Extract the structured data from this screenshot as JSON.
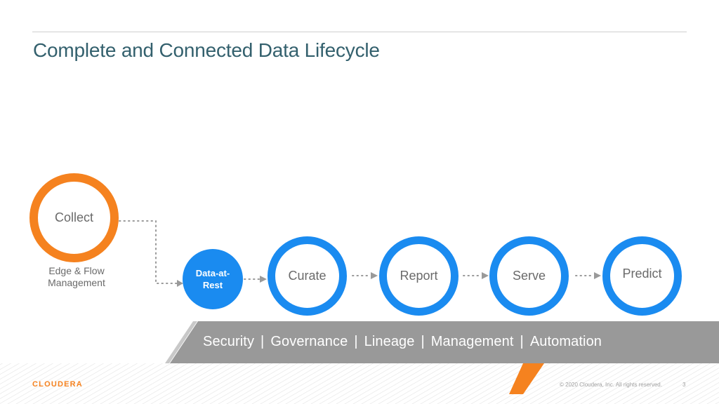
{
  "title": "Complete and Connected Data Lifecycle",
  "nodes": {
    "collect": "Collect",
    "collect_caption_line1": "Edge & Flow",
    "collect_caption_line2": "Management",
    "rest_line1": "Data-at-",
    "rest_line2": "Rest",
    "curate": "Curate",
    "report": "Report",
    "serve": "Serve",
    "predict": "Predict"
  },
  "band": {
    "items": [
      "Security",
      "Governance",
      "Lineage",
      "Management",
      "Automation"
    ],
    "separator": "|"
  },
  "footer": {
    "logo": "CLOUDERA",
    "copyright": "© 2020 Cloudera, Inc. All rights reserved.",
    "page": "3"
  },
  "colors": {
    "title": "#33606d",
    "orange": "#f5821f",
    "blue": "#1a8bf0",
    "band": "#999999"
  }
}
